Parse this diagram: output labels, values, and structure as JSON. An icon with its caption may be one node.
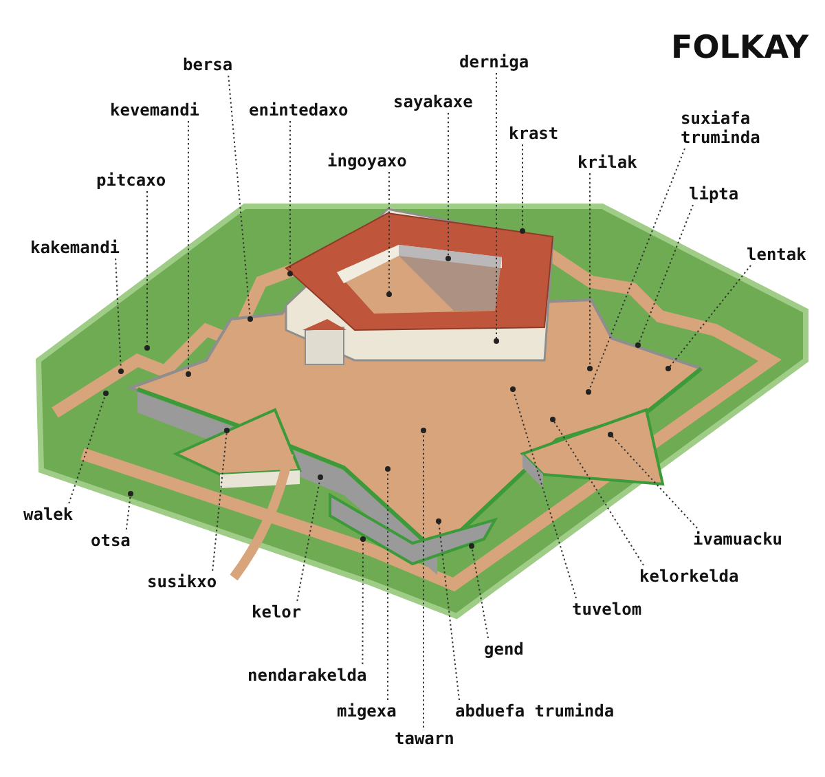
{
  "diagram": {
    "title": "FOLKAY",
    "nodes": [
      {
        "text": [
          "bersa"
        ]
      },
      {
        "text": [
          "derniga"
        ]
      },
      {
        "text": [
          "kevemandi"
        ]
      },
      {
        "text": [
          "enintedaxo"
        ]
      },
      {
        "text": [
          "sayakaxe"
        ]
      },
      {
        "text": [
          "krast"
        ]
      },
      {
        "text": [
          "suxiafa truminda"
        ]
      },
      {
        "text": [
          "ingoyaxo"
        ]
      },
      {
        "text": [
          "pitcaxo"
        ]
      },
      {
        "text": [
          "krilak"
        ]
      },
      {
        "text": [
          "lipta"
        ]
      },
      {
        "text": [
          "kakemandi"
        ]
      },
      {
        "text": [
          "lentak"
        ]
      },
      {
        "text": [
          "walek"
        ]
      },
      {
        "text": [
          "ivamuacku"
        ]
      },
      {
        "text": [
          "otsa"
        ]
      },
      {
        "text": [
          "kelorkelda"
        ]
      },
      {
        "text": [
          "susikxo"
        ]
      },
      {
        "text": [
          "tuvelom"
        ]
      },
      {
        "text": [
          "kelor"
        ]
      },
      {
        "text": [
          "gend"
        ]
      },
      {
        "text": [
          "nendarakelda"
        ]
      },
      {
        "text": [
          "migexa"
        ]
      },
      {
        "text": [
          "abduefa truminda"
        ]
      },
      {
        "text": [
          "tawarn"
        ]
      }
    ],
    "edges": [
      {
        "from": 0,
        "to": null,
        "arrow": "other"
      },
      {
        "from": 1,
        "to": null,
        "arrow": "other"
      },
      {
        "from": 2,
        "to": null,
        "arrow": "other"
      },
      {
        "from": 3,
        "to": null,
        "arrow": "other"
      },
      {
        "from": 4,
        "to": null,
        "arrow": "other"
      },
      {
        "from": 5,
        "to": null,
        "arrow": "other"
      },
      {
        "from": 6,
        "to": null,
        "arrow": "other"
      },
      {
        "from": 7,
        "to": null,
        "arrow": "other"
      },
      {
        "from": 8,
        "to": null,
        "arrow": "other"
      },
      {
        "from": 9,
        "to": null,
        "arrow": "other"
      },
      {
        "from": 10,
        "to": null,
        "arrow": "other"
      },
      {
        "from": 11,
        "to": null,
        "arrow": "other"
      },
      {
        "from": 12,
        "to": null,
        "arrow": "other"
      },
      {
        "from": 13,
        "to": null,
        "arrow": "other"
      },
      {
        "from": 14,
        "to": null,
        "arrow": "other"
      },
      {
        "from": 15,
        "to": null,
        "arrow": "other"
      },
      {
        "from": 16,
        "to": null,
        "arrow": "other"
      },
      {
        "from": 17,
        "to": null,
        "arrow": "other"
      },
      {
        "from": 18,
        "to": null,
        "arrow": "other"
      },
      {
        "from": 19,
        "to": null,
        "arrow": "other"
      },
      {
        "from": 20,
        "to": null,
        "arrow": "other"
      },
      {
        "from": 21,
        "to": null,
        "arrow": "other"
      },
      {
        "from": 22,
        "to": null,
        "arrow": "other"
      },
      {
        "from": 23,
        "to": null,
        "arrow": "other"
      },
      {
        "from": 24,
        "to": null,
        "arrow": "other"
      }
    ]
  }
}
